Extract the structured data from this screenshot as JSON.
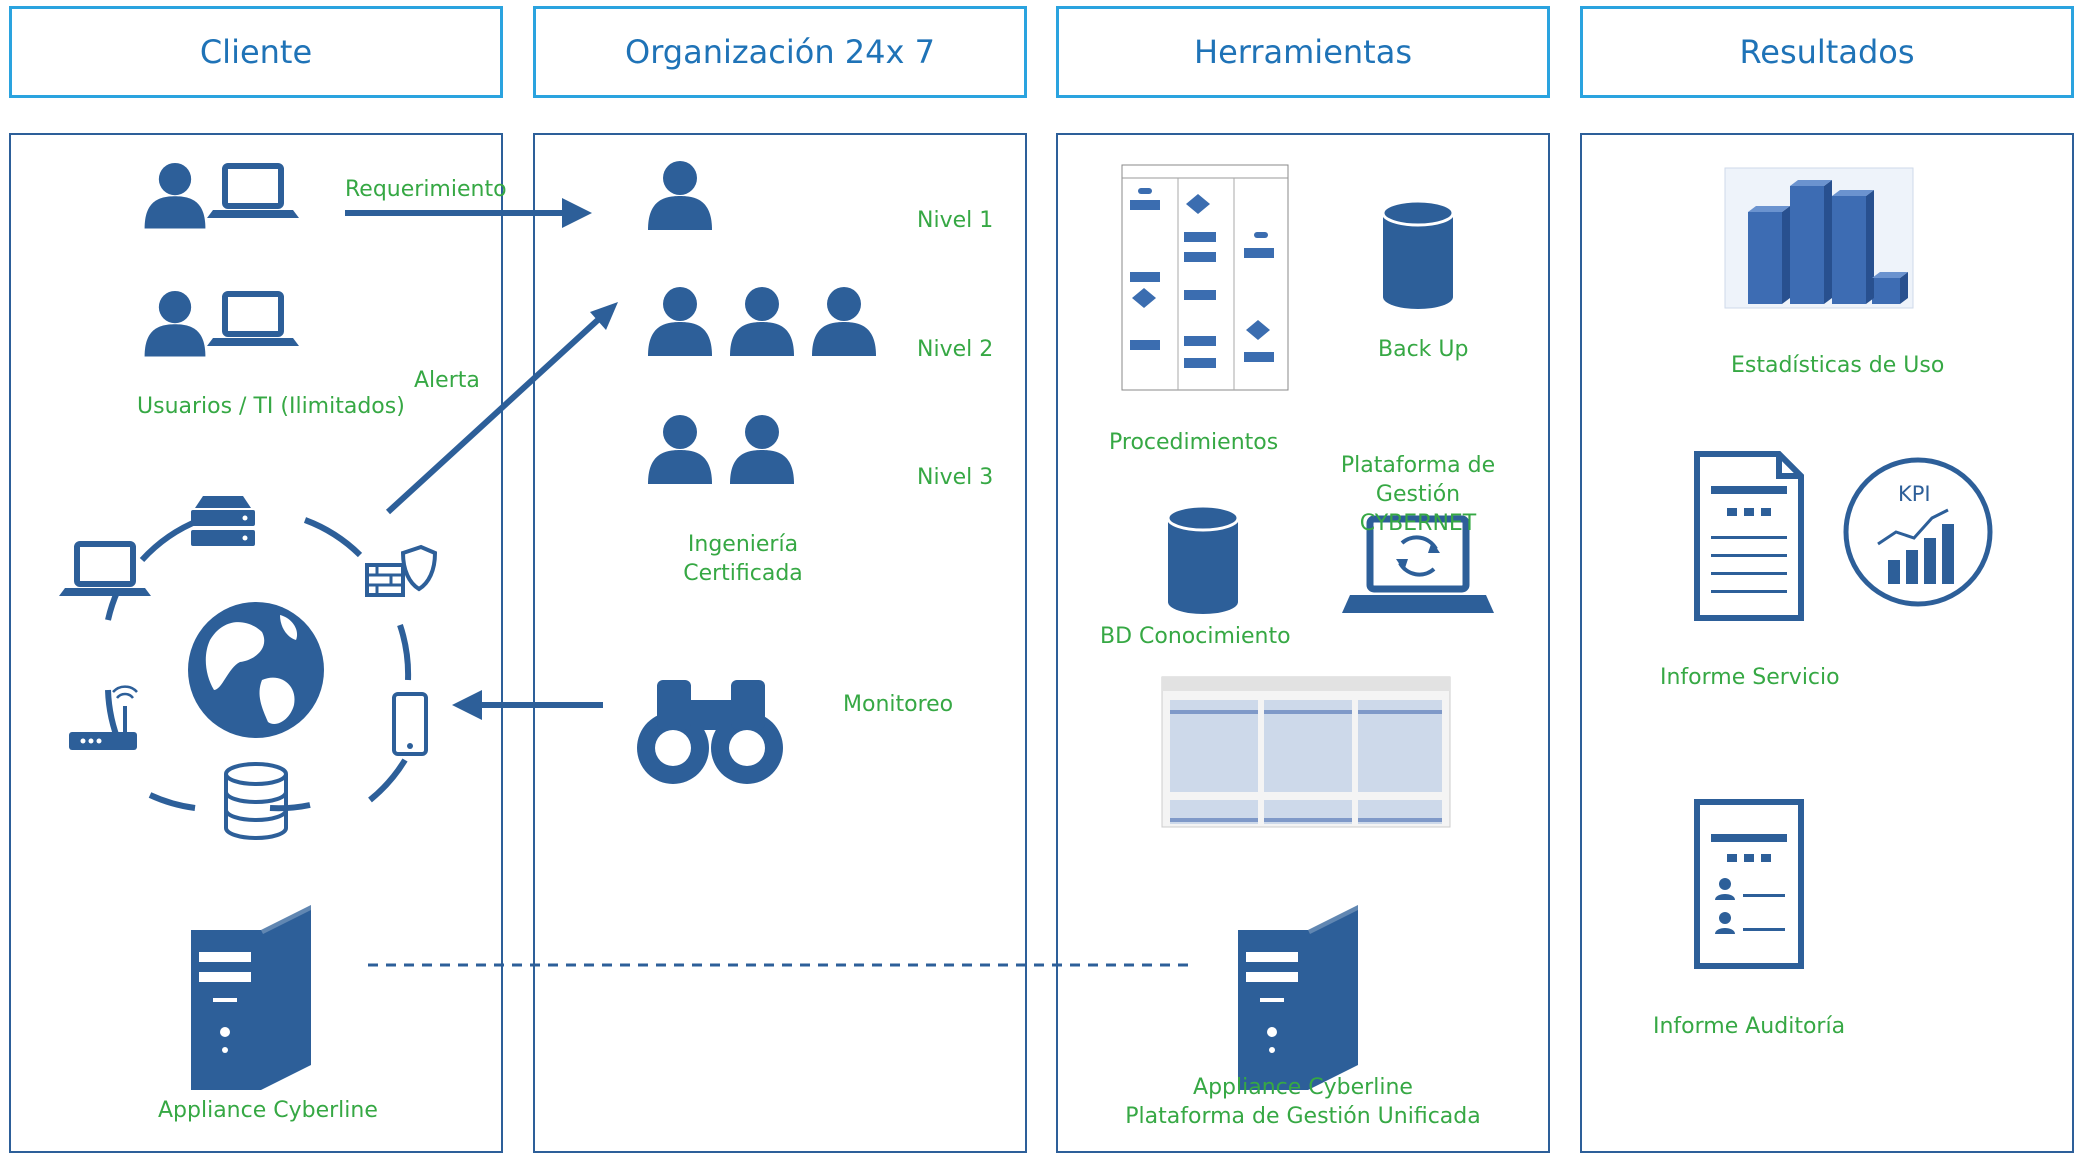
{
  "headers": {
    "cliente": "Cliente",
    "organizacion": "Organización 24x 7",
    "herramientas": "Herramientas",
    "resultados": "Resultados"
  },
  "cliente": {
    "arrow_requerimiento": "Requerimiento",
    "users_label": "Usuarios / TI (Ilimitados)",
    "arrow_alerta": "Alerta",
    "appliance": "Appliance Cyberline"
  },
  "organizacion": {
    "nivel1": "Nivel 1",
    "nivel2": "Nivel 2",
    "nivel3": "Nivel 3",
    "engineering": "Ingeniería\nCertificada",
    "monitoreo": "Monitoreo"
  },
  "herramientas": {
    "procedimientos": "Procedimientos",
    "backup": "Back Up",
    "plataforma": "Plataforma de\nGestión CYBERNET",
    "bd": "BD Conocimiento",
    "appliance": "Appliance Cyberline\nPlataforma de Gestión Unificada"
  },
  "resultados": {
    "estadisticas": "Estadísticas de Uso",
    "kpi": "KPI",
    "informe_servicio": "Informe Servicio",
    "informe_auditoria": "Informe Auditoría"
  },
  "colors": {
    "header_border": "#2aa3df",
    "header_text": "#1f73b7",
    "column_border": "#2d5f99",
    "icon": "#2d5f99",
    "label": "#36a844"
  }
}
